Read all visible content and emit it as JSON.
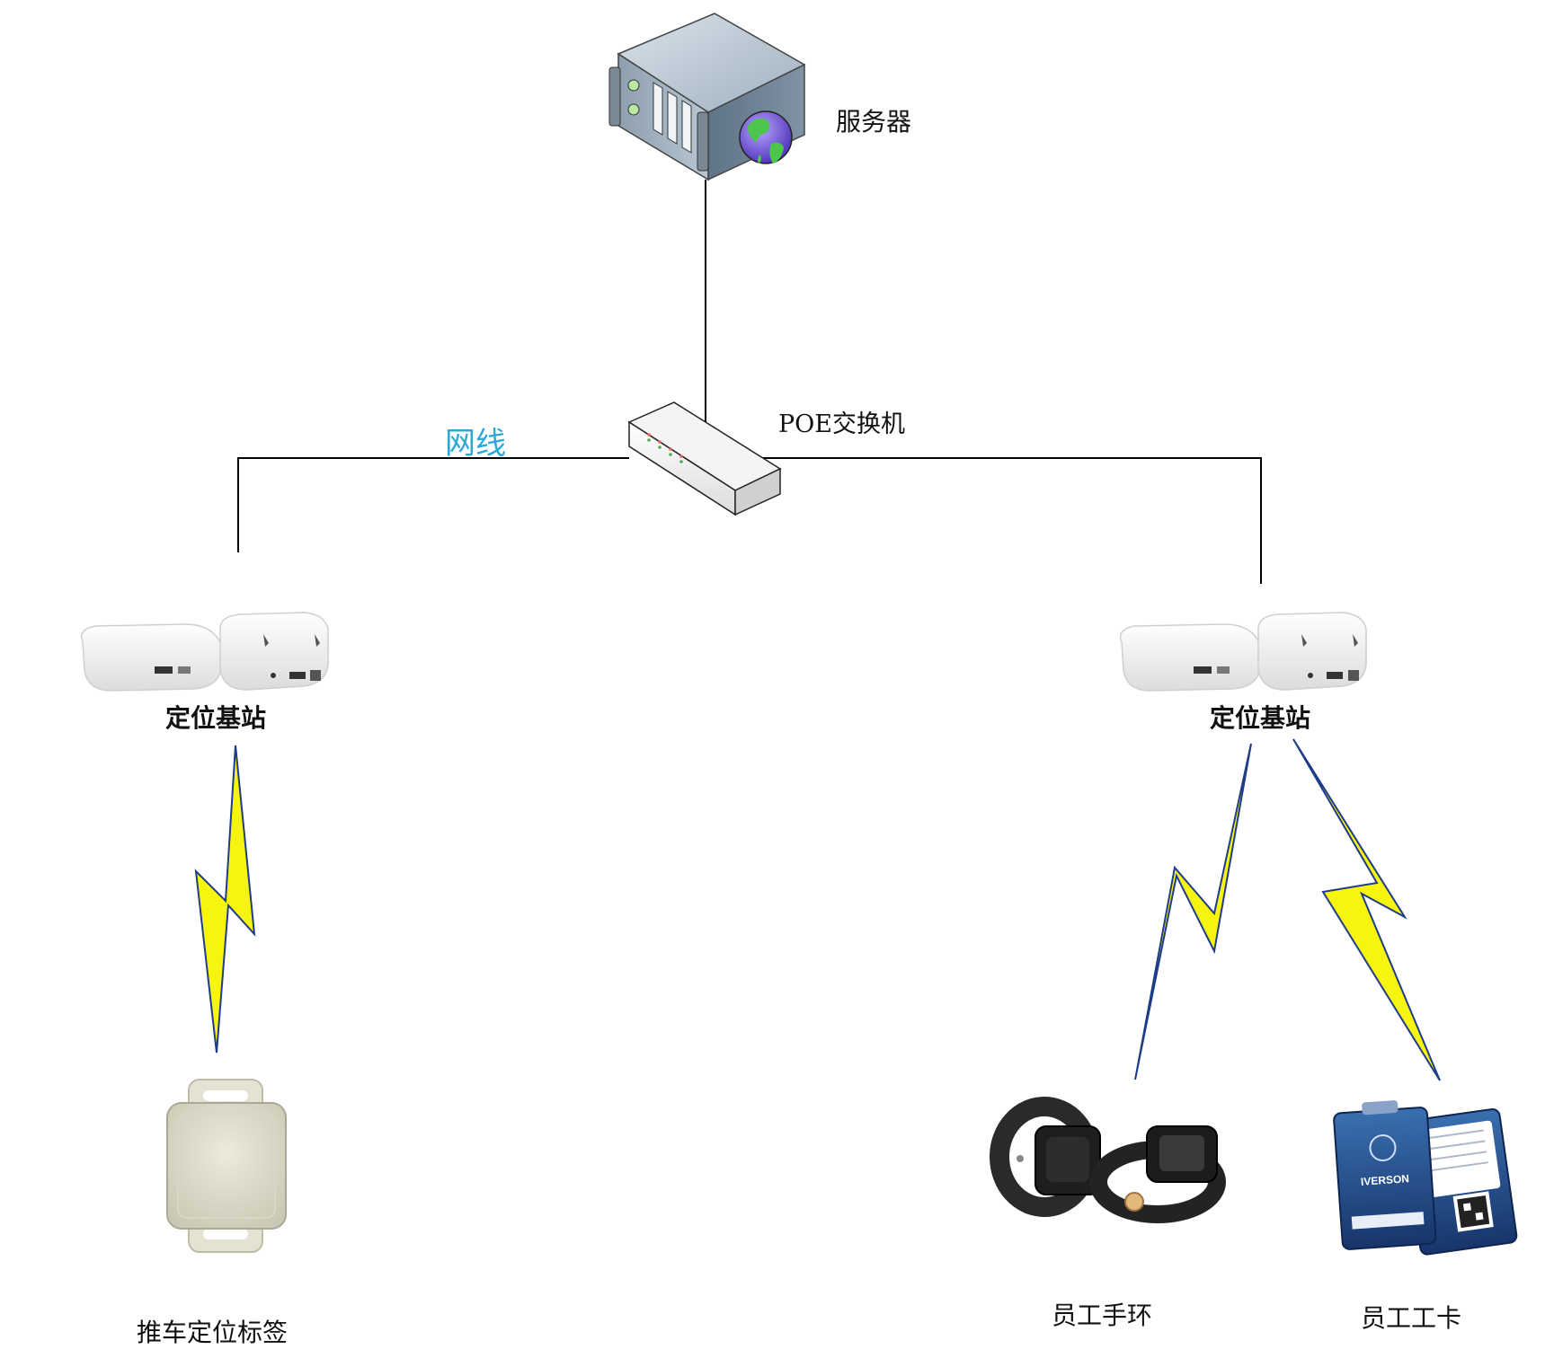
{
  "labels": {
    "server": "服务器",
    "switch": "POE交换机",
    "cable": "网线",
    "base_station_left": "定位基站",
    "base_station_right": "定位基站",
    "cart_tag": "推车定位标签",
    "wristband": "员工手环",
    "id_card": "员工工卡",
    "id_card_brand": "IVERSON"
  },
  "colors": {
    "cable_label": "#2aa8d8",
    "bolt_fill": "#f7f510",
    "bolt_stroke": "#1f3c88",
    "line": "#000000"
  }
}
